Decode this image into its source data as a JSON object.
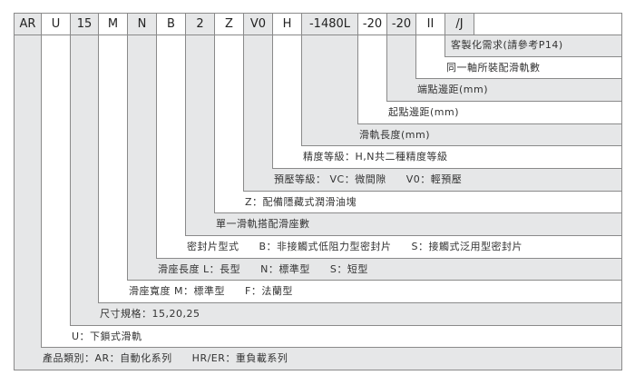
{
  "colors": {
    "gray": "#e6e7e8",
    "white": "#ffffff",
    "border": "#8a8a8a"
  },
  "codes": [
    {
      "code": "AR",
      "shade": "gray",
      "desc": [
        "產品類別：AR：自動化系列",
        "HR/ER：重負載系列"
      ]
    },
    {
      "code": "U",
      "shade": "white",
      "desc": [
        "U：下鎖式滑軌"
      ]
    },
    {
      "code": "15",
      "shade": "gray",
      "desc": [
        "尺寸規格：15,20,25"
      ]
    },
    {
      "code": "M",
      "shade": "white",
      "desc": [
        "滑座寬度  M：標準型",
        "F：法蘭型"
      ]
    },
    {
      "code": "N",
      "shade": "gray",
      "desc": [
        "滑座長度  L：長型",
        "N：標準型",
        "S：短型"
      ]
    },
    {
      "code": "B",
      "shade": "white",
      "desc": [
        "密封片型式",
        "B：非接觸式低阻力型密封片",
        "S：接觸式泛用型密封片"
      ]
    },
    {
      "code": "2",
      "shade": "gray",
      "desc": [
        "單一滑軌搭配滑座數"
      ]
    },
    {
      "code": "Z",
      "shade": "white",
      "desc": [
        "Z：配備隱藏式潤滑油塊"
      ]
    },
    {
      "code": "V0",
      "shade": "gray",
      "desc": [
        "預壓等級： VC：微間隙",
        "V0：輕預壓"
      ]
    },
    {
      "code": "H",
      "shade": "white",
      "desc": [
        "精度等級：H,N共二種精度等級"
      ]
    },
    {
      "code": "-1480L",
      "shade": "gray",
      "desc": [
        "滑軌長度(mm)"
      ]
    },
    {
      "code": "-20",
      "shade": "white",
      "desc": [
        "起點邊距(mm)"
      ]
    },
    {
      "code": "-20",
      "shade": "gray",
      "desc": [
        "端點邊距(mm)"
      ]
    },
    {
      "code": "II",
      "shade": "white",
      "desc": [
        "同一軸所裝配滑軌數"
      ]
    },
    {
      "code": "/J",
      "shade": "gray",
      "desc": [
        "客製化需求(請參考P14)"
      ]
    }
  ]
}
